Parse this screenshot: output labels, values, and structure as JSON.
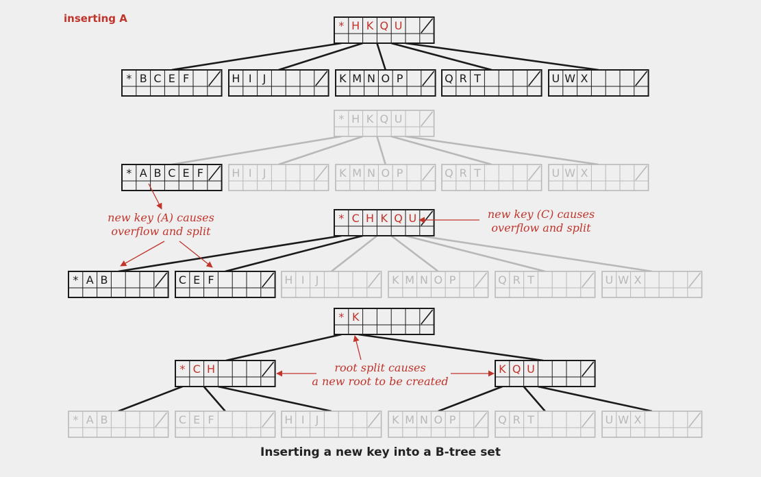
{
  "header": {
    "title": "inserting A"
  },
  "caption": "Inserting a new key into a B-tree set",
  "colors": {
    "red": "#c0342b",
    "black": "#1a1a1a",
    "gray": "#b8b8b8"
  },
  "annotations": {
    "new_key_a": "new key (A) causes",
    "new_key_a_2": "overflow and split",
    "new_key_c": "new key (C) causes",
    "new_key_c_2": "overflow and split",
    "root_split": "root split causes",
    "root_split_2": "a new root to be created"
  },
  "stages": [
    {
      "name": "initial",
      "root": {
        "keys": [
          "*",
          "H",
          "K",
          "Q",
          "U"
        ]
      },
      "leaves": [
        {
          "keys": [
            "*",
            "B",
            "C",
            "E",
            "F"
          ]
        },
        {
          "keys": [
            "H",
            "I",
            "J"
          ]
        },
        {
          "keys": [
            "K",
            "M",
            "N",
            "O",
            "P"
          ]
        },
        {
          "keys": [
            "Q",
            "R",
            "T"
          ]
        },
        {
          "keys": [
            "U",
            "W",
            "X"
          ]
        }
      ]
    },
    {
      "name": "after-insert-A",
      "root": {
        "keys": [
          "*",
          "H",
          "K",
          "Q",
          "U"
        ]
      },
      "leaves": [
        {
          "keys": [
            "*",
            "A",
            "B",
            "C",
            "E",
            "F"
          ]
        },
        {
          "keys": [
            "H",
            "I",
            "J"
          ]
        },
        {
          "keys": [
            "K",
            "M",
            "N",
            "O",
            "P"
          ]
        },
        {
          "keys": [
            "Q",
            "R",
            "T"
          ]
        },
        {
          "keys": [
            "U",
            "W",
            "X"
          ]
        }
      ]
    },
    {
      "name": "after-leaf-split",
      "root": {
        "keys": [
          "*",
          "C",
          "H",
          "K",
          "Q",
          "U"
        ]
      },
      "leaves": [
        {
          "keys": [
            "*",
            "A",
            "B"
          ]
        },
        {
          "keys": [
            "C",
            "E",
            "F"
          ]
        },
        {
          "keys": [
            "H",
            "I",
            "J"
          ]
        },
        {
          "keys": [
            "K",
            "M",
            "N",
            "O",
            "P"
          ]
        },
        {
          "keys": [
            "Q",
            "R",
            "T"
          ]
        },
        {
          "keys": [
            "U",
            "W",
            "X"
          ]
        }
      ]
    },
    {
      "name": "after-root-split",
      "root": {
        "keys": [
          "*",
          "K"
        ]
      },
      "internal": [
        {
          "keys": [
            "*",
            "C",
            "H"
          ]
        },
        {
          "keys": [
            "K",
            "Q",
            "U"
          ]
        }
      ],
      "leaves": [
        {
          "keys": [
            "*",
            "A",
            "B"
          ]
        },
        {
          "keys": [
            "C",
            "E",
            "F"
          ]
        },
        {
          "keys": [
            "H",
            "I",
            "J"
          ]
        },
        {
          "keys": [
            "K",
            "M",
            "N",
            "O",
            "P"
          ]
        },
        {
          "keys": [
            "Q",
            "R",
            "T"
          ]
        },
        {
          "keys": [
            "U",
            "W",
            "X"
          ]
        }
      ]
    }
  ]
}
